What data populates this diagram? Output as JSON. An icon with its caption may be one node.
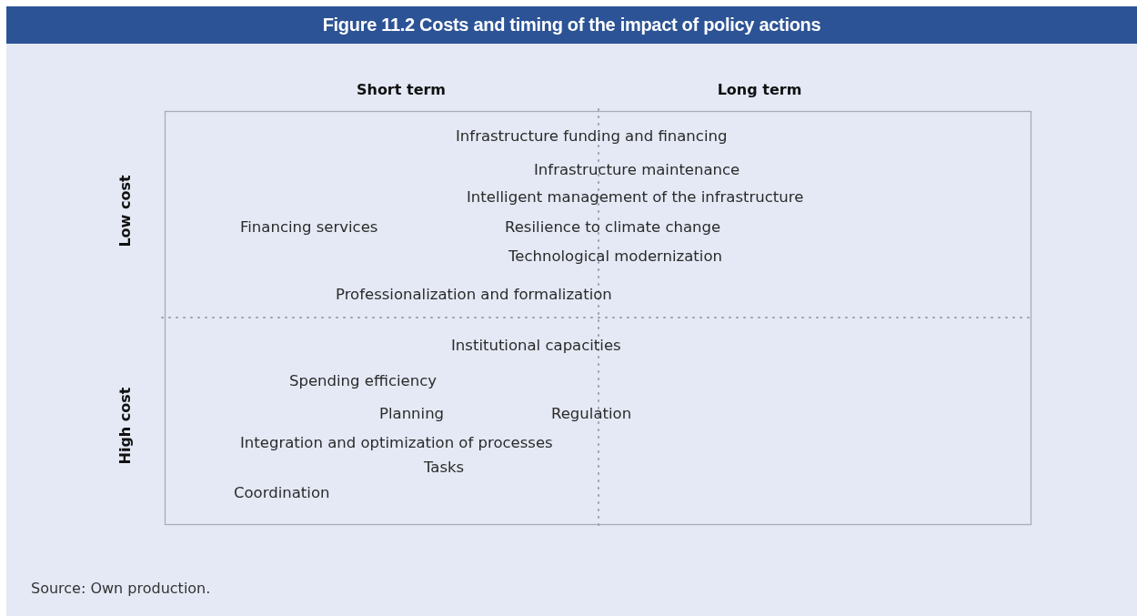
{
  "diagram": {
    "title": "Figure 11.2 Costs and timing of the impact of policy actions",
    "caption": "Source: Own production.",
    "labels": [
      "Short term",
      "Long term",
      "Low cost",
      "Infrastructure funding and financing",
      "Infrastructure maintenance",
      "Intelligent management of the infrastructure",
      "Financing services",
      "Resilience to climate change",
      "Technological modernization",
      "Professionalization and formalization",
      "High cost",
      "Institutional capacities",
      "Spending efficiency",
      "Planning",
      "Regulation",
      "Integration and optimization of processes",
      "Tasks",
      "Coordination"
    ]
  }
}
